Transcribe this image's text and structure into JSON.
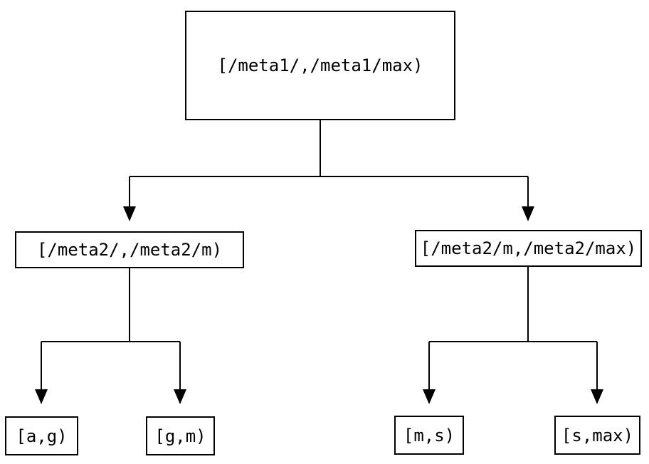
{
  "diagram": {
    "root": {
      "label": "[/meta1/,/meta1/max)"
    },
    "level2": [
      {
        "label": "[/meta2/,/meta2/m)"
      },
      {
        "label": "[/meta2/m,/meta2/max)"
      }
    ],
    "leaves": [
      {
        "label": "[a,g)"
      },
      {
        "label": "[g,m)"
      },
      {
        "label": "[m,s)"
      },
      {
        "label": "[s,max)"
      }
    ],
    "colors": {
      "line": "#000000",
      "text": "#000000",
      "background": "#ffffff"
    }
  }
}
